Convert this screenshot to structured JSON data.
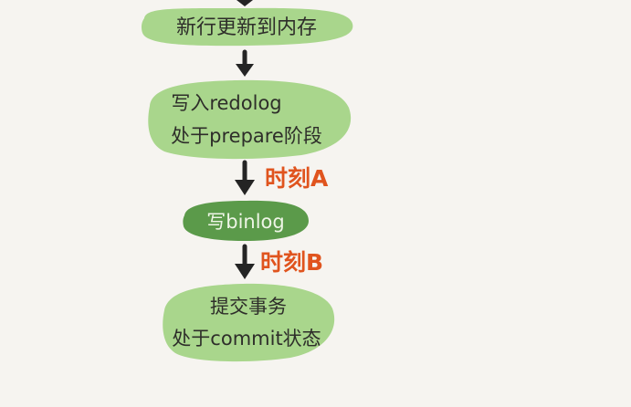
{
  "nodes": {
    "update_memory": {
      "text": "新行更新到内存"
    },
    "write_redolog": {
      "line1": "写入redolog",
      "line2": "处于prepare阶段"
    },
    "write_binlog": {
      "text": "写binlog"
    },
    "commit_transaction": {
      "line1": "提交事务",
      "line2": "处于commit状态"
    }
  },
  "moments": {
    "a": "时刻A",
    "b": "时刻B"
  },
  "colors": {
    "background": "#f6f4f0",
    "light_green": "#a9d68c",
    "dark_green": "#5b9a4a",
    "arrow": "#242424",
    "moment_label": "#e0541e",
    "node_text": "#2e2e2a",
    "node_text_on_dark": "#eef5e6"
  }
}
